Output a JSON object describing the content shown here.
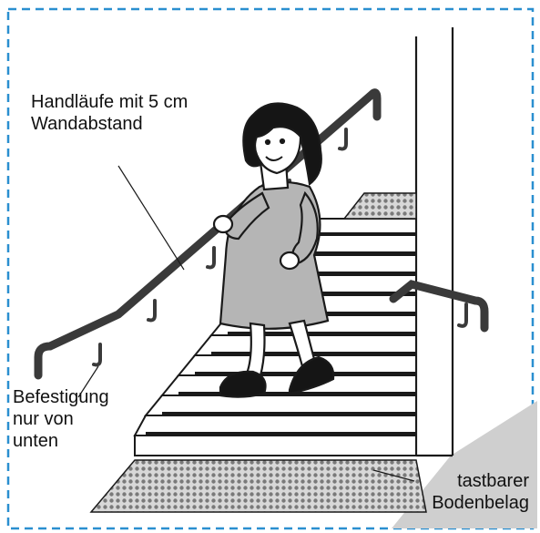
{
  "colors": {
    "frame_dash": "#2a8fd0",
    "stroke": "#1a1a1a",
    "rail": "#3a3a3a",
    "floor_pattern": "#9a9a9a",
    "wall_shadow": "#cfcfcf",
    "dress": "#b5b5b5",
    "hair": "#151515"
  },
  "annotations": {
    "handrail": {
      "line1": "Handläufe mit 5 cm",
      "line2": "Wandabstand"
    },
    "mounting": {
      "line1": "Befestigung",
      "line2": "nur von",
      "line3": "unten"
    },
    "floor": {
      "line1": "tastbarer",
      "line2": "Bodenbelag"
    }
  },
  "icons": [
    "person-figure",
    "handrail-left",
    "handrail-right",
    "staircase",
    "tactile-floor-mat-bottom",
    "tactile-floor-mat-top",
    "wall-pillar"
  ]
}
